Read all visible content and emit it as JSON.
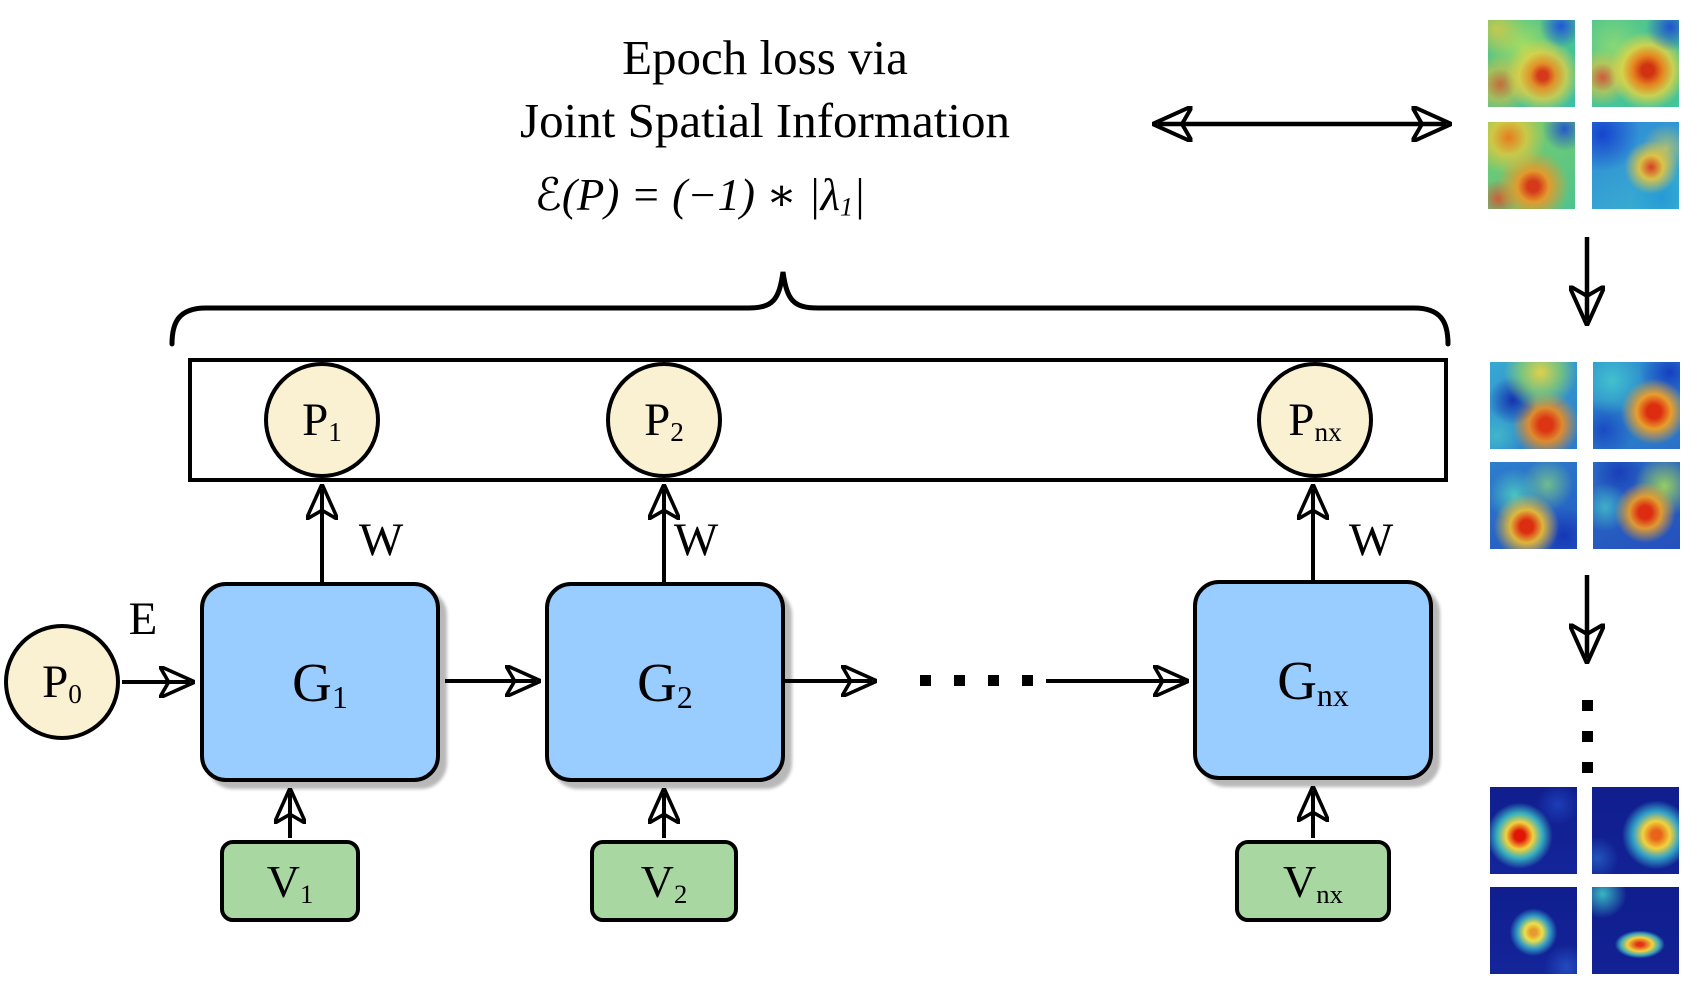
{
  "title": {
    "line1": "Epoch loss via",
    "line2": "Joint Spatial Information"
  },
  "formula": {
    "script_e": "ℰ",
    "body": "(P) = (−1) ∗ |λ",
    "subscript": "1",
    "close": "|"
  },
  "edge_labels": {
    "encoder": "E",
    "weights": "W"
  },
  "nodes": {
    "p0": {
      "base": "P",
      "sub": "0"
    },
    "stages": [
      {
        "g": "G",
        "g_sub": "1",
        "p": "P",
        "p_sub": "1",
        "v": "V",
        "v_sub": "1"
      },
      {
        "g": "G",
        "g_sub": "2",
        "p": "P",
        "p_sub": "2",
        "v": "V",
        "v_sub": "2"
      },
      {
        "g": "G",
        "g_sub": "nx",
        "p": "P",
        "p_sub": "nx",
        "v": "V",
        "v_sub": "nx"
      }
    ]
  },
  "colors": {
    "generator_fill": "#99CCFF",
    "input_fill": "#A9D7A2",
    "state_fill": "#FAF0D2",
    "stroke": "#000000"
  },
  "heatmap_panel": {
    "groups": [
      {
        "name": "spatial-maps-early-epoch",
        "tiles": 4,
        "palette": "green-yellow-red"
      },
      {
        "name": "spatial-maps-mid-epoch",
        "tiles": 4,
        "palette": "cyan-blue-red"
      },
      {
        "name": "spatial-maps-final-epoch",
        "tiles": 4,
        "palette": "navy-hotspots"
      }
    ]
  }
}
